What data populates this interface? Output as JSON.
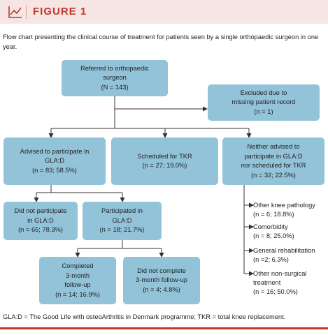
{
  "header": {
    "title": "FIGURE 1",
    "icon": "line-chart-icon",
    "accent_color": "#c0392b",
    "background_color": "#f5e6e4"
  },
  "caption": "Flow chart presenting the clinical course of treatment for patients seen by a single orthopaedic surgeon in one year.",
  "box_color": "#92c3d9",
  "nodes": {
    "referred": {
      "lines": [
        "Referred to orthopaedic",
        "surgeon",
        "(N = 143)"
      ]
    },
    "excluded": {
      "lines": [
        "Excluded due to",
        "missing patient record",
        "(n = 1)"
      ]
    },
    "advised": {
      "lines": [
        "Advised to participate in",
        "GLA:D",
        "(n = 83; 58.5%)"
      ]
    },
    "tkr": {
      "lines": [
        "Scheduled for TKR",
        "(n = 27; 19.0%)"
      ]
    },
    "neither": {
      "lines": [
        "Neither advised to",
        "participate in GLA:D",
        "nor scheduled for TKR",
        "(n = 32; 22.5%)"
      ]
    },
    "not_participate": {
      "lines": [
        "Did not participate",
        "in GLA:D",
        "(n = 65; 78.3%)"
      ]
    },
    "participated": {
      "lines": [
        "Participated in",
        "GLA:D",
        "(n = 18; 21.7%)"
      ]
    },
    "completed": {
      "lines": [
        "Completed",
        "3-month",
        "follow-up",
        "(n = 14; 16.9%)"
      ]
    },
    "not_completed": {
      "lines": [
        "Did not complete",
        "3-month follow-up",
        "(n = 4; 4.8%)"
      ]
    }
  },
  "side_items": [
    {
      "lines": [
        "Other knee pathology",
        "(n = 6; 18.8%)"
      ]
    },
    {
      "lines": [
        "Comorbidity",
        "(n = 8; 25.0%)"
      ]
    },
    {
      "lines": [
        "General rehabilitation",
        "(n =2; 6.3%)"
      ]
    },
    {
      "lines": [
        "Other non-surgical",
        "treatment",
        "(n = 16; 50.0%)"
      ]
    }
  ],
  "footnote": "GLA:D = The Good Life with osteoArthritis in Denmark programme; TKR = total knee replacement."
}
